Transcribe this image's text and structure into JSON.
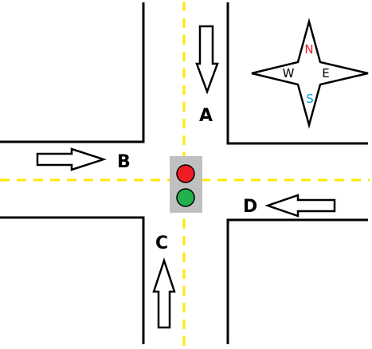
{
  "colors": {
    "background": "#ffffff",
    "road_edge": "#000000",
    "center_line": "#ffe800",
    "signal_housing": "#c0c0c0",
    "signal_red": "#ee1c24",
    "signal_green": "#22b14c",
    "compass_north": "#ee1c24",
    "compass_south": "#00a2e8",
    "compass_other": "#000000"
  },
  "approaches": [
    {
      "label": "A",
      "arrow_direction": "south",
      "side": "north"
    },
    {
      "label": "B",
      "arrow_direction": "east",
      "side": "west"
    },
    {
      "label": "C",
      "arrow_direction": "north",
      "side": "south"
    },
    {
      "label": "D",
      "arrow_direction": "west",
      "side": "east"
    }
  ],
  "traffic_light": {
    "lamps": [
      "red",
      "green"
    ]
  },
  "compass": {
    "north": "N",
    "east": "E",
    "south": "S",
    "west": "W"
  }
}
